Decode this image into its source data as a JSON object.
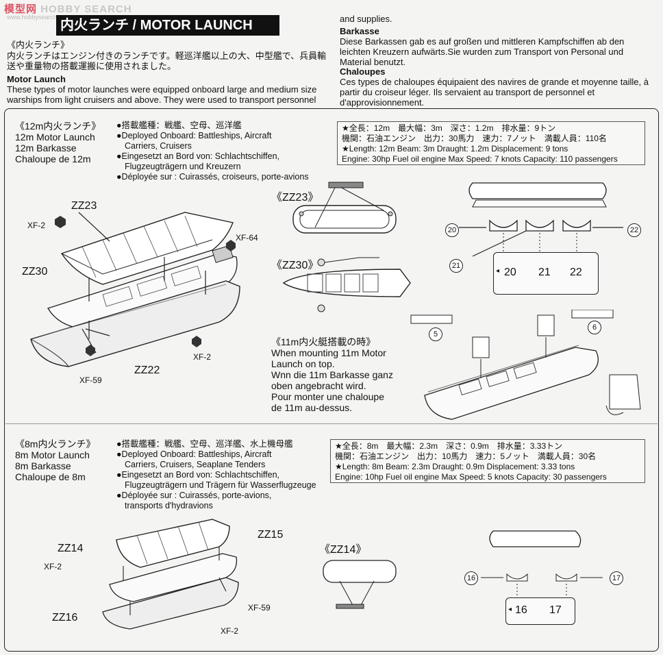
{
  "watermark": {
    "cn": "模型网",
    "en": "HOBBY SEARCH",
    "url": "www.hobbysearch.com"
  },
  "header": {
    "title": "内火ランチ / MOTOR LAUNCH",
    "jp_heading": "《内火ランチ》",
    "jp_text": [
      "内火ランチはエンジン付きのランチです。軽巡洋艦以上の大、中型艦で、兵員輸",
      "送や重量物の搭載運搬に使用されました。"
    ],
    "en_heading": "Motor Launch",
    "en_text": [
      "These types of motor launches were equipped onboard large and medium size",
      "warships from light cruisers and above. They were used to transport personnel"
    ],
    "right_cont": "and supplies.",
    "de_heading": "Barkasse",
    "de_text": [
      "Diese Barkassen gab es auf großen und mittleren Kampfschiffen ab den",
      "leichten Kreuzern aufwärts.Sie wurden zum Transport von Personal und",
      "Material benutzt."
    ],
    "fr_heading": "Chaloupes",
    "fr_text": [
      "Ces types de chaloupes équipaient des navires de grande et moyenne taille, à",
      "partir du croiseur léger. Ils servaient au transport de personnel et",
      "d'approvisionnement."
    ]
  },
  "launch12": {
    "name_jp": "《12m内火ランチ》",
    "name_en": "12m Motor Launch",
    "name_de": "12m Barkasse",
    "name_fr": "Chaloupe de 12m",
    "deployed": [
      "●搭載艦種：戦艦、空母、巡洋艦",
      "●Deployed Onboard: Battleships, Aircraft",
      "Carriers, Cruisers",
      "●Eingesetzt an Bord von: Schlachtschiffen,",
      "Flugzeugträgern und Kreuzern",
      "●Déployée sur : Cuirassés, croiseurs, porte-avions"
    ],
    "spec": [
      "★全長：12m　最大幅：3m　深さ：1.2m　排水量：9トン",
      "機関：石油エンジン　出力：30馬力　速力：7ノット　満載人員：110名",
      "★Length: 12m   Beam: 3m   Draught: 1.2m   Displacement: 9 tons",
      "Engine: 30hp Fuel oil engine   Max Speed: 7 knots   Capacity: 110 passengers"
    ],
    "parts": {
      "zz23": "ZZ23",
      "zz30": "ZZ30",
      "zz22": "ZZ22",
      "xf2a": "XF-2",
      "xf64": "XF-64",
      "xf2b": "XF-2",
      "xf59": "XF-59"
    },
    "detail_zz23": "《ZZ23》",
    "detail_zz30": "《ZZ30》",
    "cradle_nums": [
      "20",
      "21",
      "22"
    ],
    "circ": {
      "c20": "20",
      "c21": "21",
      "c22": "22",
      "c5": "5",
      "c6": "6"
    },
    "mount_note": [
      "《11m内火艇搭載の時》",
      "When mounting 11m Motor",
      "Launch on top.",
      "Wnn die 11m Barkasse ganz",
      "oben angebracht wird.",
      "Pour monter une chaloupe",
      "de 11m au-dessus."
    ]
  },
  "launch8": {
    "name_jp": "《8m内火ランチ》",
    "name_en": "8m Motor Launch",
    "name_de": "8m Barkasse",
    "name_fr": "Chaloupe de 8m",
    "deployed": [
      "●搭載艦種：戦艦、空母、巡洋艦、水上機母艦",
      "●Deployed Onboard: Battleships, Aircraft",
      "Carriers, Cruisers, Seaplane Tenders",
      "●Eingesetzt an Bord von: Schlachtschiffen,",
      "Flugzeugträgern und Trägern für Wasserflugzeuge",
      "●Déployée sur : Cuirassés, porte-avions,",
      "transports d'hydravions"
    ],
    "spec": [
      "★全長：8m　最大幅：2.3m　深さ：0.9m　排水量：3.33トン",
      "機関：石油エンジン　出力：10馬力　速力：5ノット　満載人員：30名",
      "★Length: 8m   Beam: 2.3m   Draught: 0.9m   Displacement: 3.33 tons",
      "Engine: 10hp Fuel oil engine   Max Speed: 5 knots   Capacity: 30 passengers"
    ],
    "parts": {
      "zz14": "ZZ14",
      "zz15": "ZZ15",
      "zz16": "ZZ16",
      "xf2a": "XF-2",
      "xf59": "XF-59",
      "xf2b": "XF-2"
    },
    "detail_zz14": "《ZZ14》",
    "cradle_nums": [
      "16",
      "17"
    ],
    "circ": {
      "c16": "16",
      "c17": "17"
    }
  }
}
